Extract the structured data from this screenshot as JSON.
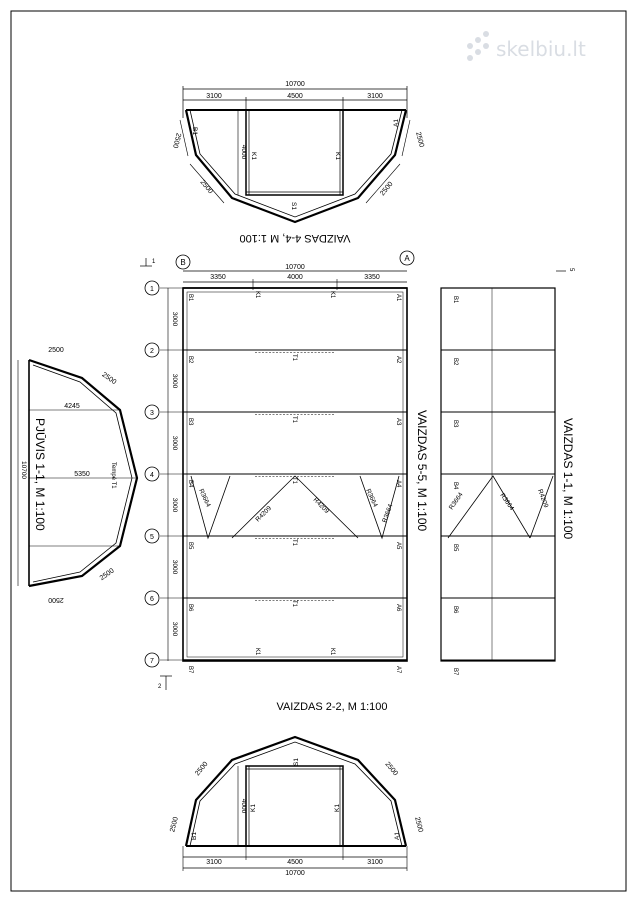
{
  "watermark": "skelbiu.lt",
  "views": {
    "top": {
      "title": "VAIZDAS 4-4, M 1:100",
      "overall": "10700",
      "segments": [
        "3100",
        "4500",
        "3100"
      ],
      "sides": [
        "2500",
        "2500",
        "2500",
        "2500"
      ],
      "height": "4000",
      "labels": {
        "b1": "B1",
        "a1": "A1",
        "k1": "K1",
        "s1": "S1"
      }
    },
    "bottom": {
      "title": "VAIZDAS 2-2, M 1:100",
      "overall": "10700",
      "segments": [
        "3100",
        "4500",
        "3100"
      ],
      "sides": [
        "2500",
        "2500",
        "2500",
        "2500"
      ],
      "height": "4000",
      "labels": {
        "b1": "B1",
        "a1": "A1",
        "k1": "K1",
        "s1": "S1"
      }
    },
    "plan": {
      "title": "VAIZDAS 5-5, M 1:100",
      "axis_a": "A",
      "axis_b": "B",
      "overall": "10700",
      "segments": [
        "3350",
        "4000",
        "3350"
      ],
      "bay": "3000",
      "grid": [
        "1",
        "2",
        "3",
        "4",
        "5",
        "6",
        "7"
      ],
      "left_labels": [
        "B1",
        "B2",
        "B3",
        "B4",
        "B5",
        "B6",
        "B7"
      ],
      "right_labels": [
        "A1",
        "A2",
        "A3",
        "A4",
        "A5",
        "A6",
        "A7"
      ],
      "k": "K1",
      "t": "T1",
      "radii": [
        "R3664",
        "R4209",
        "R4209",
        "R3664",
        "R3664"
      ],
      "section_marks": [
        "1",
        "2",
        "5"
      ]
    },
    "side": {
      "title": "VAIZDAS 1-1, M 1:100",
      "labels": [
        "B1",
        "B2",
        "B3",
        "B4",
        "B5",
        "B6",
        "B7"
      ],
      "radii": [
        "R3664",
        "R3664",
        "R4209"
      ]
    },
    "section": {
      "title": "PJŪVIS 1-1, M 1:100",
      "overall": "10700",
      "widths": [
        "4245",
        "5350"
      ],
      "sides": [
        "2500",
        "2500",
        "2500",
        "2500"
      ],
      "member": "Tempė T1"
    }
  }
}
